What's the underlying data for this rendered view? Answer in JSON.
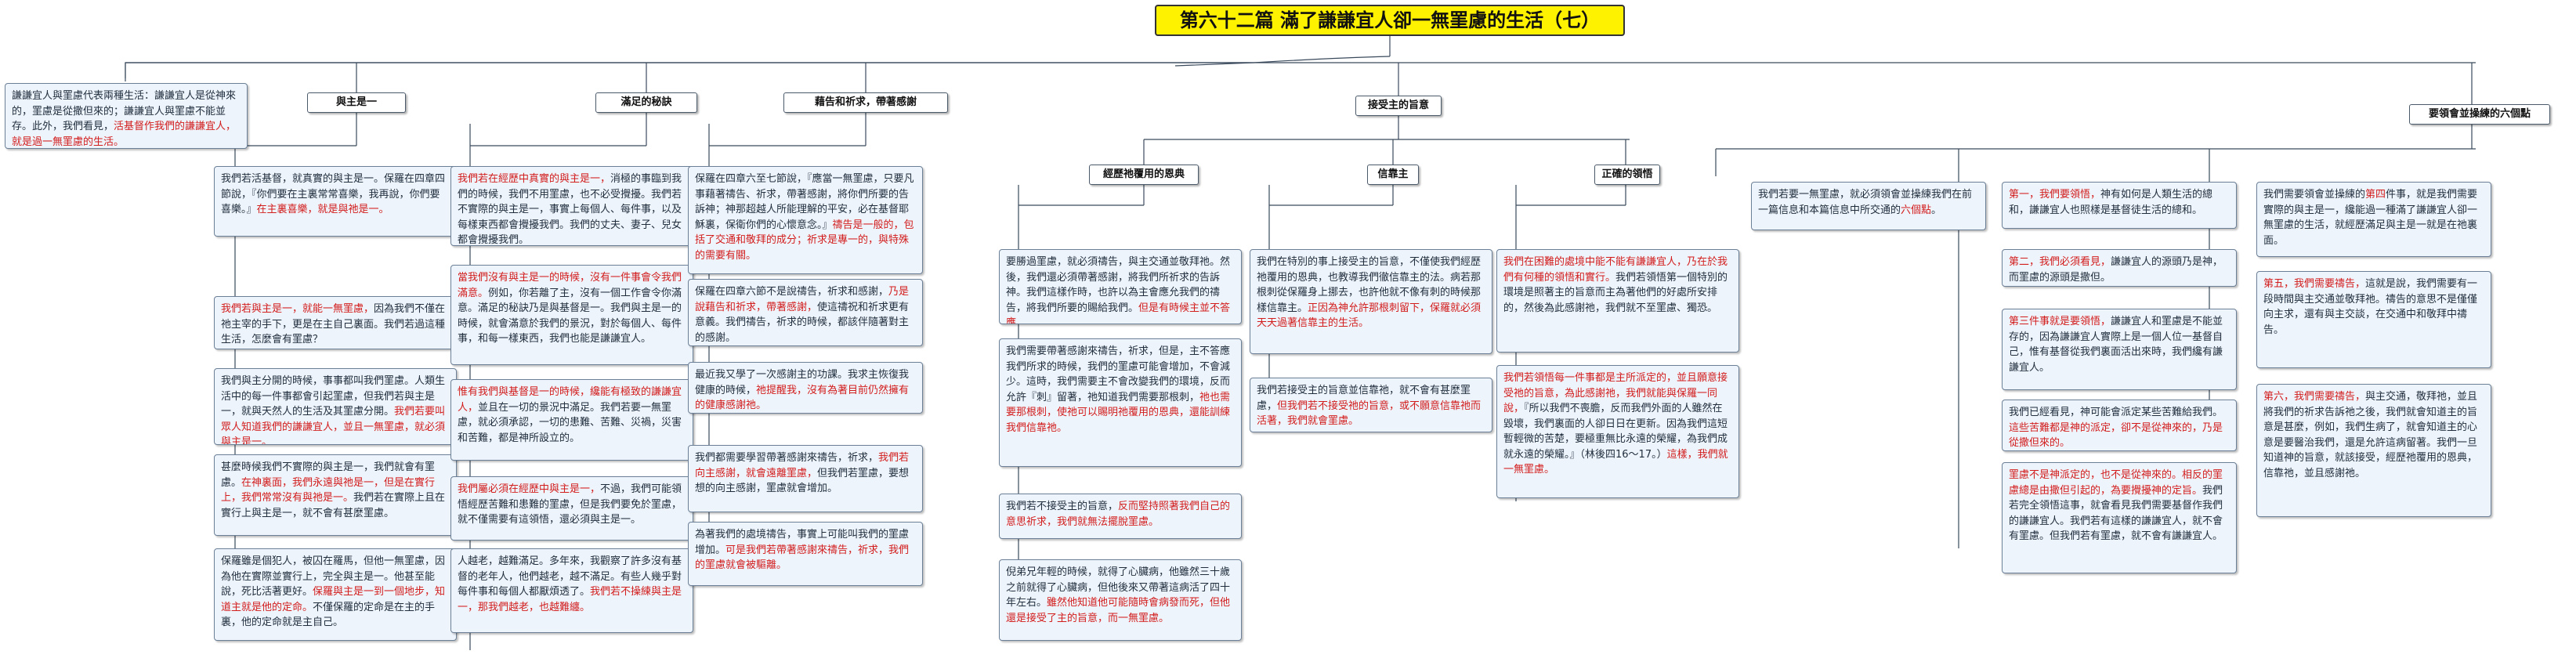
{
  "title": "第六十二篇  滿了謙謙宜人卻一無罣慮的生活（七）",
  "intro": [
    {
      "t": "謙謙宜人與罣慮代表兩種生活：謙謙宜人是從神來的，罣慮是從撒但來的；謙謙宜人與罣慮不能並存。此外，我們看見，"
    },
    {
      "t": "活基督作我們的謙謙宜人，就是過一無罣慮的生活。",
      "r": true
    }
  ],
  "col1": {
    "heading": "與主是一",
    "boxes": [
      [
        {
          "t": "我們若活基督，就真實的與主是一。保羅在四章四節說，『你們要在主裏常常喜樂，我再說，你們要喜樂。』"
        },
        {
          "t": "在主裏喜樂，就是與祂是一。",
          "r": true
        }
      ],
      [
        {
          "t": "我們若與主是一，就能一無罣慮，",
          "r": true
        },
        {
          "t": "因為我們不僅在祂主宰的手下，更是在主自己裏面。我們若過這種生活，怎麼會有罣慮？"
        }
      ],
      [
        {
          "t": "我們與主分開的時候，事事都叫我們罣慮。人類生活中的每一件事都會引起罣慮，但我們若與主是一，就與天然人的生活及其罣慮分開。"
        },
        {
          "t": "我們若要叫眾人知道我們的謙謙宜人，並且一無罣慮，就必須與主是一。",
          "r": true
        }
      ],
      [
        {
          "t": "甚麼時候我們不實際的與主是一，我們就會有罣慮。"
        },
        {
          "t": "在神裏面，我們永遠與祂是一，但是在實行上，我們常常沒有與祂是一。",
          "r": true
        },
        {
          "t": "我們若在實際上且在實行上與主是一，就不會有甚麼罣慮。"
        }
      ],
      [
        {
          "t": "保羅雖是個犯人，被囚在羅馬，但他一無罣慮，因為他在實際並實行上，完全與主是一。他甚至能說，死比活著更好。"
        },
        {
          "t": "保羅與主是一到一個地步，知道主就是他的定命。",
          "r": true
        },
        {
          "t": "不僅保羅的定命是在主的手裏，他的定命就是主自己。"
        }
      ]
    ]
  },
  "col2": {
    "heading": "滿足的秘訣",
    "boxes": [
      [
        {
          "t": "我們若在經歷中真實的與主是一，",
          "r": true
        },
        {
          "t": "消極的事臨到我們的時候，我們不用罣慮，也不必受攪擾。我們若不實際的與主是一，事實上每個人、每件事，以及每樣東西都會攪擾我們。我們的丈夫、妻子、兒女都會攪擾我們。"
        }
      ],
      [
        {
          "t": "當我們沒有與主是一的時候，沒有一件事會令我們滿意。",
          "r": true
        },
        {
          "t": "例如，你若離了主，沒有一個工作會令你滿意。滿足的秘訣乃是與基督是一。我們與主是一的時候，就會滿意於我們的景況，對於每個人、每件事，和每一樣東西，我們也能是謙謙宜人。"
        }
      ],
      [
        {
          "t": "惟有我們與基督是一的時候，纔能有極致的謙謙宜人，",
          "r": true
        },
        {
          "t": "並且在一切的景況中滿足。我們若要一無罣慮，就必須承認，一切的患難、苦難、災禍，災害和苦難，都是神所設立的。"
        }
      ],
      [
        {
          "t": "我們屬必須在經歷中與主是一，",
          "r": true
        },
        {
          "t": "不過，我們可能領悟經歷苦難和患難的罣慮，但是我們要免於罣慮，就不僅需要有這領悟，還必須與主是一。"
        }
      ],
      [
        {
          "t": "人越老，越難滿足。多年來，我觀察了許多沒有基督的老年人，他們越老，越不滿足。有些人幾乎對每件事和每個人都厭煩透了。"
        },
        {
          "t": "我們若不操練與主是一，那我們越老，也越難纏。",
          "r": true
        }
      ]
    ]
  },
  "col3": {
    "heading": "藉告和祈求，帶著感謝",
    "boxes": [
      [
        {
          "t": "保羅在四章六至七節說，『應當一無罣慮，只要凡事藉著禱告、祈求，帶著感謝，將你們所要的告訴神；神那超越人所能理解的平安，必在基督耶穌裏，保衛你們的心懷意念。』"
        },
        {
          "t": "禱告是一般的，包括了交通和敬拜的成分；祈求是專一的，與特殊的需要有關。",
          "r": true
        }
      ],
      [
        {
          "t": "保羅在四章六節不是說禱告，祈求和感謝，"
        },
        {
          "t": "乃是說藉告和祈求，帶著感謝，",
          "r": true
        },
        {
          "t": "使這禱祝和祈求更有意義。我們禱告，祈求的時候，都該伴隨著對主的感謝。"
        }
      ],
      [
        {
          "t": "最近我又學了一次感謝主的功課。我求主恢復我健康的時候，"
        },
        {
          "t": "祂提醒我，沒有為著目前仍然擁有的健康感謝祂。",
          "r": true
        }
      ],
      [
        {
          "t": "我們都需要學習帶著感謝來禱告，祈求，"
        },
        {
          "t": "我們若向主感謝，就會遠離罣慮，",
          "r": true
        },
        {
          "t": "但我們若罣慮，要想想的向主感謝，罣慮就會增加。"
        }
      ],
      [
        {
          "t": "為著我們的處境禱告，事實上可能叫我們的罣慮增加。"
        },
        {
          "t": "可是我們若帶著感謝來禱告，祈求，我們的罣慮就會被驅離。",
          "r": true
        }
      ]
    ]
  },
  "col4": {
    "heading": "接受主的旨意",
    "sub1": {
      "heading": "經歷祂覆用的恩典",
      "boxes": [
        [
          {
            "t": "要勝過罣慮，就必須禱告，與主交通並敬拜祂。然後，我們還必須帶著感謝，將我們所祈求的告訴神。我們這樣作時，也許以為主會應允我們的禱告，將我們所要的賜給我們。"
          },
          {
            "t": "但是有時候主並不答應。",
            "r": true
          }
        ],
        [
          {
            "t": "我們需要帶著感謝來禱告，祈求，但是，主不答應我們所求的時候，我們的罣慮可能會增加，不會減少。這時，我們需要主不會改變我們的環境，反而允許『刺』留著，祂知道我們需要那根刺，"
          },
          {
            "t": "祂也需要那根刺，使祂可以賜明祂覆用的恩典，還能訓練我們信靠祂。",
            "r": true
          }
        ],
        [
          {
            "t": "我們若不接受主的旨意，"
          },
          {
            "t": "反而堅持照著我們自己的意思祈求，我們就無法擺脫罣慮。",
            "r": true
          }
        ],
        [
          {
            "t": "倪弟兄年輕的時候，就得了心臟病，他雖然三十歲之前就得了心臟病，但他後來又帶著這病活了四十年左右。"
          },
          {
            "t": "雖然他知道他可能隨時會病發而死，但他還是接受了主的旨意，而一無罣慮。",
            "r": true
          }
        ]
      ]
    },
    "sub2": {
      "heading": "信靠主",
      "boxes": [
        [
          {
            "t": "我們在特別的事上接受主的旨意，不僅使我們經歷祂覆用的恩典，也教導我們徹信靠主的法。病若那根刺從保羅身上挪去，也許他就不像有刺的時候那樣信靠主。"
          },
          {
            "t": "正因為神允許那根刺留下，保羅就必須天天過著信靠主的生活。",
            "r": true
          }
        ],
        [
          {
            "t": "我們若接受主的旨意並信靠祂，就不會有甚麼罣慮，"
          },
          {
            "t": "但我們若不接受祂的旨意，或不願意信靠祂而活著，我們就會罣慮。",
            "r": true
          }
        ]
      ]
    },
    "sub3": {
      "heading": "正確的領悟",
      "boxes": [
        [
          {
            "t": "我們在困難的處境中能不能有謙謙宜人，乃在於我們有何種的領悟和實行。",
            "r": true
          },
          {
            "t": "我們若領悟第一個特別的環境是照著主的旨意而主為著他們的好處所安排的，然後為此感謝祂，我們就不至罣慮、獨恐。"
          }
        ],
        [
          {
            "t": "我們若領悟每一件事都是主所派定的，並且願意接受祂的旨意，為此感謝祂，我們就能與保羅一同說，",
            "r": true
          },
          {
            "t": "『所以我們不喪膽，反而我們外面的人雖然在毀壞，我們裏面的人卻日日在更新。因為我們這短暫輕微的苦楚，要極重無比永遠的榮耀，為我們成就永遠的榮耀。』（林後四16～17。）"
          },
          {
            "t": "這樣，我們就一無罣慮。",
            "r": true
          }
        ]
      ]
    }
  },
  "col5": {
    "heading": "要領會並操練的六個點",
    "intro": [
      {
        "t": "我們若要一無罣慮，就必須領會並操練我們在前一篇信息和本篇信息中所交通的"
      },
      {
        "t": "六個點",
        "r": true
      },
      {
        "t": "。"
      }
    ],
    "boxes": [
      [
        {
          "t": "第一，我們要領悟，",
          "r": true
        },
        {
          "t": "神有如何是人類生活的總和，謙謙宜人也照樣是基督徒生活的總和。"
        }
      ],
      [
        {
          "t": "第二，我們必須看見，",
          "r": true
        },
        {
          "t": "謙謙宜人的源頭乃是神，而罣慮的源頭是撒但。"
        }
      ],
      [
        {
          "t": "第三件事就是要領悟，",
          "r": true
        },
        {
          "t": "謙謙宜人和罣慮是不能並存的，因為謙謙宜人實際上是一個人位一基督自己，惟有基督從我們裏面活出來時，我們纔有謙謙宜人。"
        }
      ],
      [
        {
          "t": "我們已經看見，神可能會派定某些苦難給我們。"
        },
        {
          "t": "這些苦難都是神的派定，卻不是從神來的，乃是從撒但來的。",
          "r": true
        }
      ],
      [
        {
          "t": "罣慮不是神派定的，也不是從神來的。相反的罣慮總是由撒但引起的，為要攪擾神的定旨。",
          "r": true
        },
        {
          "t": "我們若完全領悟這事，就會看見我們需要基督作我們的謙謙宜人。我們若有這樣的謙謙宜人，就不會有罣慮。但我們若有罣慮，就不會有謙謙宜人。"
        }
      ],
      [
        {
          "t": "我們需要領會並操練的"
        },
        {
          "t": "第四",
          "r": true
        },
        {
          "t": "件事，就是我們需要實際的與主是一，纔能過一種滿了謙謙宜人卻一無罣慮的生活，就經歷滿足與主是一就是在祂裏面。"
        }
      ],
      [
        {
          "t": "第五，我們需要禱告，",
          "r": true
        },
        {
          "t": "這就是說，我們需要有一段時間與主交通並敬拜祂。禱告的意思不是僅僅向主求，還有與主交談，在交通中和敬拜中禱告。"
        }
      ],
      [
        {
          "t": "第六，我們需要禱告，",
          "r": true
        },
        {
          "t": "與主交通，敬拜祂，並且將我們的祈求告訴祂之後，我們就會知道主的旨意是甚麼，例如，我們生病了，就會知道主的心意是要醫治我們，還是允許這病留著。我們一旦知道神的旨意，就該接受，經歷祂覆用的恩典，信靠祂，並且感謝祂。"
        }
      ]
    ]
  }
}
